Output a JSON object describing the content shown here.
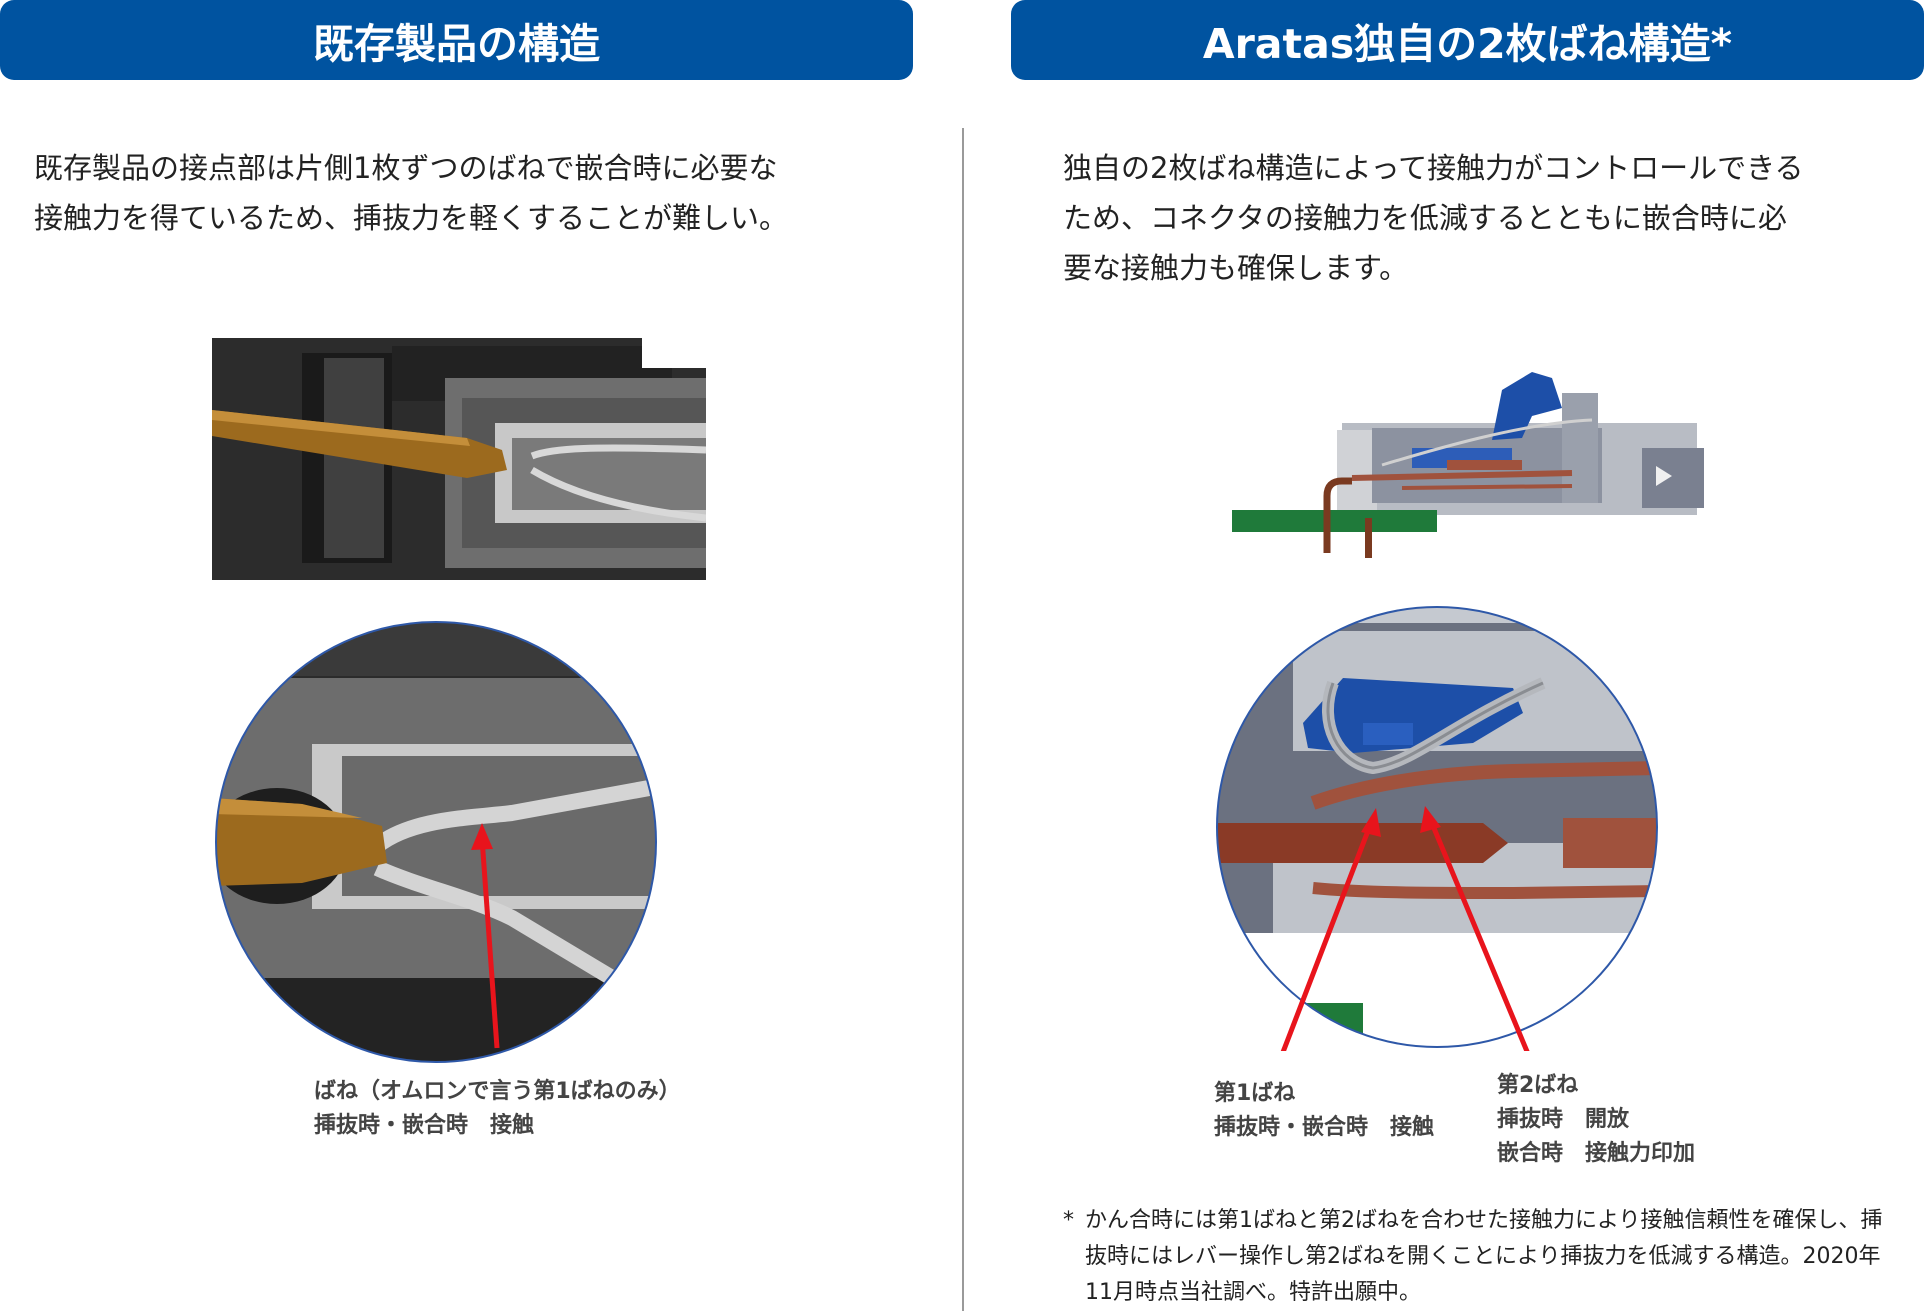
{
  "header": {
    "left_title": "既存製品の構造",
    "right_title": "Aratas独自の2枚ばね構造*"
  },
  "left": {
    "description": "既存製品の接点部は片側1枚ずつのばねで嵌合時に必要な\n接触力を得ているため、挿抜力を軽くすることが難しい。",
    "callout_line1": "ばね（オムロンで言う第1ばねのみ）",
    "callout_line2": "挿抜時・嵌合時　接触"
  },
  "right": {
    "description": "独自の2枚ばね構造によって接触力がコントロールできる\nため、コネクタの接触力を低減するとともに嵌合時に必\n要な接触力も確保します。",
    "spring1_title": "第1ばね",
    "spring1_line1": "挿抜時・嵌合時　接触",
    "spring2_title": "第2ばね",
    "spring2_line1": "挿抜時　開放",
    "spring2_line2": "嵌合時　接触力印加",
    "footnote_mark": "*",
    "footnote": "かん合時には第1ばねと第2ばねを合わせた接触力により接触信頼性を確保し、挿抜時にはレバー操作し第2ばねを開くことにより挿抜力を低減する構造。2020年11月時点当社調べ。特許出願中。"
  },
  "colors": {
    "header_bg": "#0053a0",
    "arrow": "#e8141c",
    "contact_pin": "#9c6a1e",
    "spring_copper": "#a0523d",
    "pcb": "#1f7a3a",
    "lever": "#1d4fa8"
  }
}
